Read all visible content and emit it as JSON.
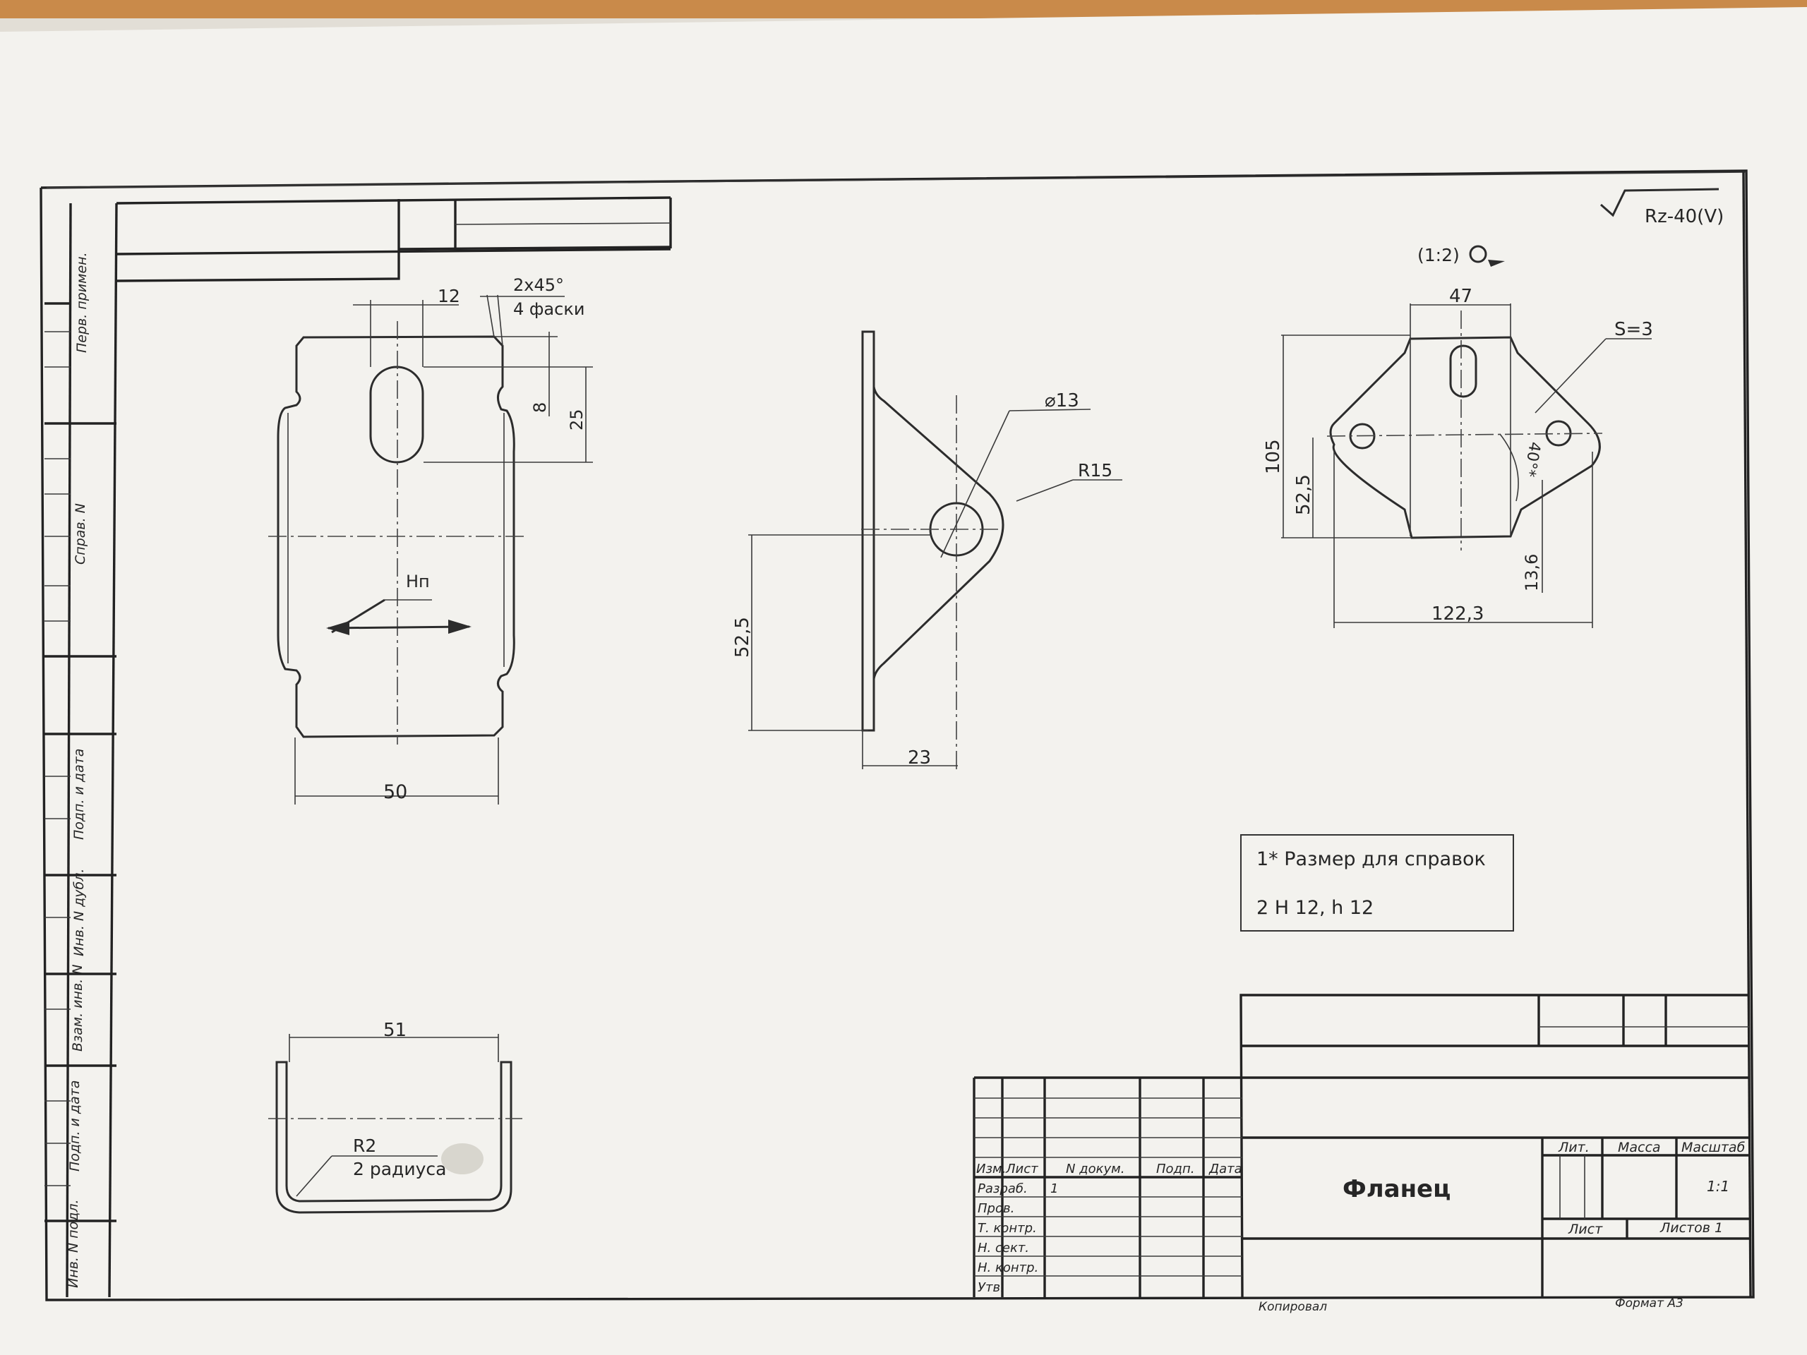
{
  "drawing": {
    "surface_roughness": "Rz-40(V)",
    "view_scale": "(1:2)",
    "title": "Фланец",
    "notes": [
      "1* Размер для справок",
      "2 H 12, h 12"
    ],
    "copied_by": "Копировал",
    "format": "Формат А3"
  },
  "front_view": {
    "dim_width": "50",
    "dim_slot_width": "12",
    "chamfer": "2x45°",
    "chamfer_count": "4 фаски",
    "dim_slot_offset": "8",
    "dim_slot_length": "25",
    "bend_label": "Нп"
  },
  "side_view": {
    "hole_dia": "⌀13",
    "radius": "R15",
    "dim_height": "52,5",
    "dim_depth": "23"
  },
  "flat_view": {
    "dim_top": "47",
    "thickness": "S=3",
    "dim_height": "105",
    "dim_half": "52,5",
    "angle": "40°*",
    "dim_small": "13,6",
    "dim_total": "122,3"
  },
  "bottom_view": {
    "dim_width": "51",
    "radius": "R2",
    "radius_count": "2 радиуса"
  },
  "left_strip": [
    "Перв. примен.",
    "Справ. N",
    "Подп. и дата",
    "Инв. N дубл.",
    "Взам. инв. N",
    "Подп. и дата",
    "Инв. N подл."
  ],
  "title_block": {
    "headers": [
      "Изм.",
      "Лист",
      "N докум.",
      "Подп.",
      "Дата"
    ],
    "roles": [
      "Разраб.",
      "Пров.",
      "Т. контр.",
      "Н. сект.",
      "Н. контр.",
      "Утв."
    ],
    "developer_sheet": "1",
    "lit": "Лит.",
    "mass": "Масса",
    "scale_label": "Масштаб",
    "scale_value": "1:1",
    "sheet_label": "Лист",
    "sheets_label": "Листов 1"
  },
  "colors": {
    "background": "#e7e3dc",
    "paper": "#f4f3ef",
    "ink": "#2c2c2c"
  }
}
